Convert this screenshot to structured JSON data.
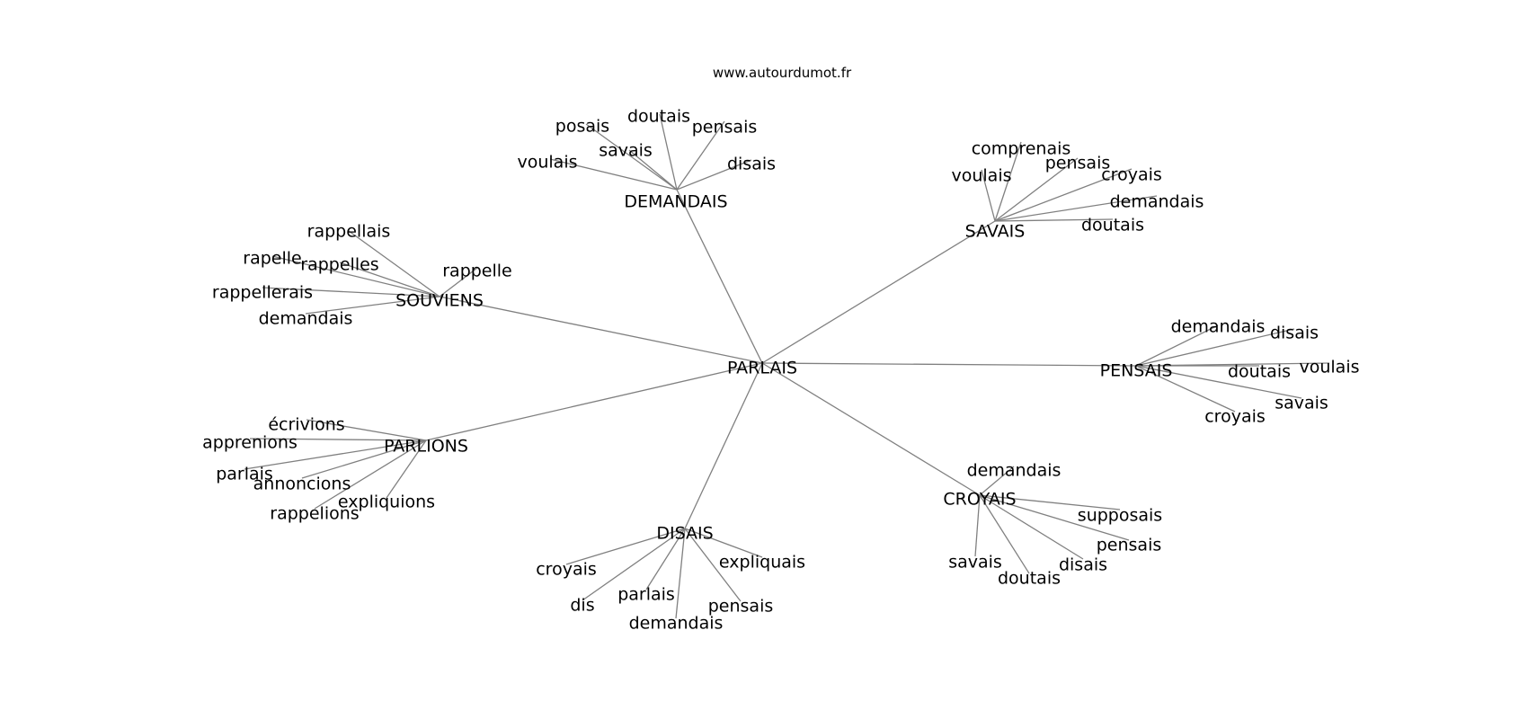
{
  "source": "www.autourdumot.fr",
  "graph": {
    "center": "PARLAIS",
    "hubs": [
      {
        "id": "demandais",
        "label": "DEMANDAIS",
        "leaves": [
          "voulais",
          "posais",
          "savais",
          "doutais",
          "pensais",
          "disais"
        ]
      },
      {
        "id": "savais",
        "label": "SAVAIS",
        "leaves": [
          "comprenais",
          "voulais",
          "pensais",
          "croyais",
          "demandais",
          "doutais"
        ]
      },
      {
        "id": "souviens",
        "label": "SOUVIENS",
        "leaves": [
          "rappellais",
          "rapelle",
          "rappelles",
          "rappelle",
          "rappellerais",
          "demandais"
        ]
      },
      {
        "id": "pensais",
        "label": "PENSAIS",
        "leaves": [
          "demandais",
          "disais",
          "doutais",
          "voulais",
          "savais",
          "croyais"
        ]
      },
      {
        "id": "parlions",
        "label": "PARLIONS",
        "leaves": [
          "écrivions",
          "apprenions",
          "parlais",
          "annoncions",
          "expliquions",
          "rappelions"
        ]
      },
      {
        "id": "croyais",
        "label": "CROYAIS",
        "leaves": [
          "demandais",
          "supposais",
          "pensais",
          "disais",
          "doutais",
          "savais"
        ]
      },
      {
        "id": "disais",
        "label": "DISAIS",
        "leaves": [
          "croyais",
          "expliquais",
          "dis",
          "parlais",
          "pensais",
          "demandais"
        ]
      }
    ]
  }
}
